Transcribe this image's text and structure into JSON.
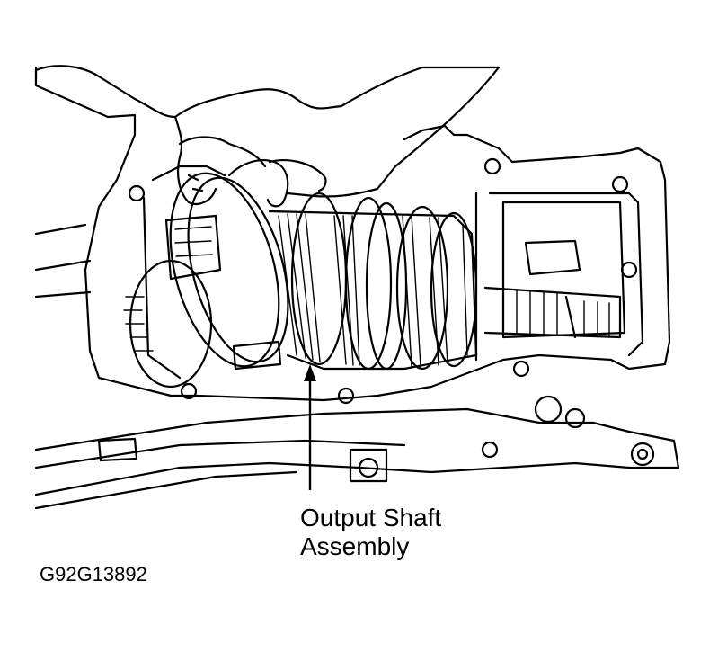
{
  "figure": {
    "callout_label": "Output Shaft\nAssembly",
    "figure_id": "G92G13892"
  },
  "colors": {
    "line": "#000000",
    "background": "#ffffff"
  },
  "icons": {
    "hands": "hands-holding-gear-cluster-illustration",
    "housing": "transmission-case-illustration",
    "shaft": "output-shaft-gear-cluster-illustration"
  }
}
